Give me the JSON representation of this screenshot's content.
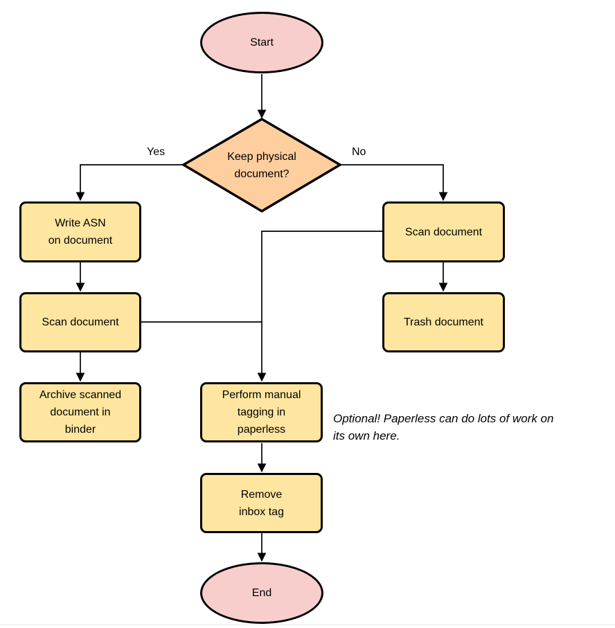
{
  "colors": {
    "terminal_fill": "#f8cecc",
    "decision_fill": "#ffce9e",
    "process_fill": "#ffe6a0",
    "stroke": "#000000"
  },
  "flowchart": {
    "nodes": {
      "start": {
        "type": "terminal",
        "label": "Start"
      },
      "decision": {
        "type": "decision",
        "label": "Keep physical\ndocument?"
      },
      "write_asn": {
        "type": "process",
        "label": "Write ASN\non document"
      },
      "scan_left": {
        "type": "process",
        "label": "Scan document"
      },
      "archive": {
        "type": "process",
        "label": "Archive scanned\ndocument in\nbinder"
      },
      "scan_right": {
        "type": "process",
        "label": "Scan document"
      },
      "trash": {
        "type": "process",
        "label": "Trash document"
      },
      "tagging": {
        "type": "process",
        "label": "Perform manual\ntagging in\npaperless"
      },
      "remove_inbox": {
        "type": "process",
        "label": "Remove\ninbox tag"
      },
      "end": {
        "type": "terminal",
        "label": "End"
      }
    },
    "edges": [
      {
        "from": "start",
        "to": "decision",
        "label": ""
      },
      {
        "from": "decision",
        "to": "write_asn",
        "label": "Yes"
      },
      {
        "from": "decision",
        "to": "scan_right",
        "label": "No"
      },
      {
        "from": "write_asn",
        "to": "scan_left",
        "label": ""
      },
      {
        "from": "scan_left",
        "to": "archive",
        "label": ""
      },
      {
        "from": "scan_right",
        "to": "trash",
        "label": ""
      },
      {
        "from": "scan_right",
        "to": "tagging",
        "label": ""
      },
      {
        "from": "scan_left",
        "to": "tagging",
        "label": ""
      },
      {
        "from": "tagging",
        "to": "remove_inbox",
        "label": ""
      },
      {
        "from": "remove_inbox",
        "to": "end",
        "label": ""
      }
    ],
    "note": "Optional! Paperless can do lots of work on\nits own here."
  }
}
